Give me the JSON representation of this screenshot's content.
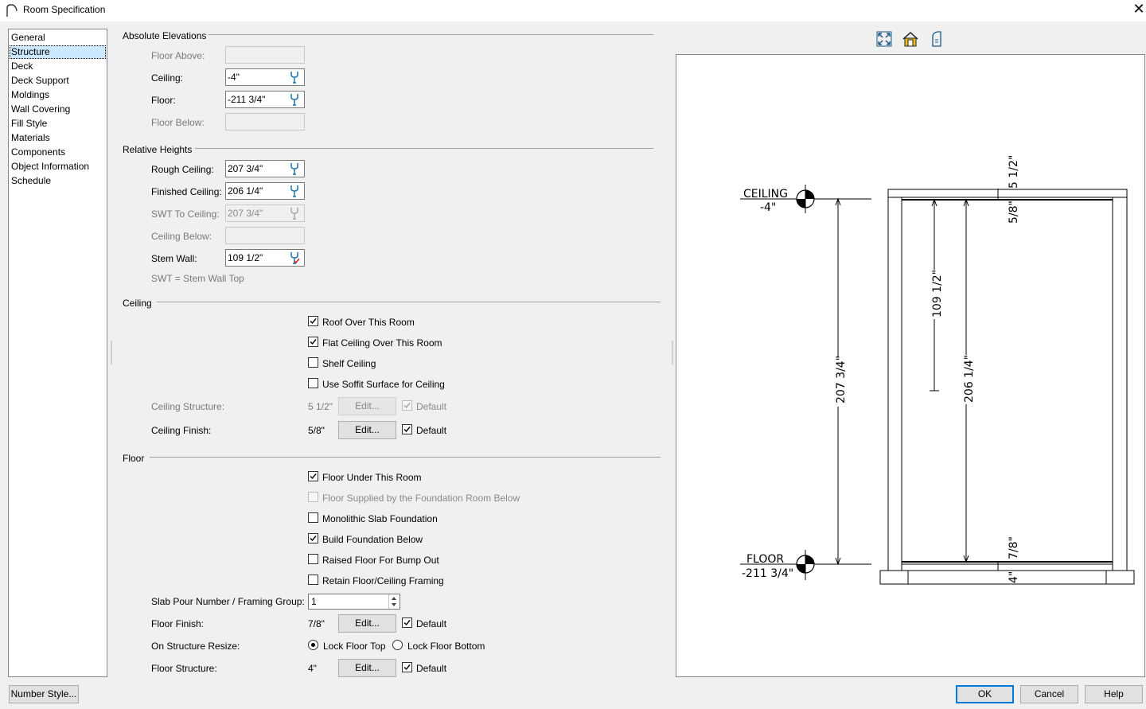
{
  "window": {
    "title": "Room Specification",
    "close_glyph": "✕"
  },
  "nav": {
    "items": [
      {
        "label": "General",
        "selected": false
      },
      {
        "label": "Structure",
        "selected": true
      },
      {
        "label": "Deck",
        "selected": false
      },
      {
        "label": "Deck Support",
        "selected": false
      },
      {
        "label": "Moldings",
        "selected": false
      },
      {
        "label": "Wall Covering",
        "selected": false
      },
      {
        "label": "Fill Style",
        "selected": false
      },
      {
        "label": "Materials",
        "selected": false
      },
      {
        "label": "Components",
        "selected": false
      },
      {
        "label": "Object Information",
        "selected": false
      },
      {
        "label": "Schedule",
        "selected": false
      }
    ]
  },
  "absolute_elevations": {
    "heading": "Absolute Elevations",
    "floor_above": {
      "label": "Floor Above:",
      "value": ""
    },
    "ceiling": {
      "label": "Ceiling:",
      "value": "-4\""
    },
    "floor": {
      "label": "Floor:",
      "value": "-211 3/4\""
    },
    "floor_below": {
      "label": "Floor Below:",
      "value": ""
    }
  },
  "relative_heights": {
    "heading": "Relative Heights",
    "rough_ceiling": {
      "label": "Rough Ceiling:",
      "value": "207 3/4\""
    },
    "finished_ceiling": {
      "label": "Finished Ceiling:",
      "value": "206 1/4\""
    },
    "swt_to_ceiling": {
      "label": "SWT To Ceiling:",
      "value": "207 3/4\""
    },
    "ceiling_below": {
      "label": "Ceiling Below:",
      "value": ""
    },
    "stem_wall": {
      "label": "Stem Wall:",
      "value": "109 1/2\""
    },
    "note": "SWT = Stem Wall Top"
  },
  "ceiling": {
    "heading": "Ceiling",
    "checkboxes": {
      "roof_over": {
        "label": "Roof Over This Room",
        "checked": true
      },
      "flat_ceiling": {
        "label": "Flat Ceiling Over This Room",
        "checked": true
      },
      "shelf_ceiling": {
        "label": "Shelf Ceiling",
        "checked": false
      },
      "soffit_surface": {
        "label": "Use Soffit Surface for Ceiling",
        "checked": false
      }
    },
    "structure": {
      "label": "Ceiling Structure:",
      "value": "5 1/2\"",
      "button": "Edit...",
      "default_label": "Default",
      "default_checked": true
    },
    "finish": {
      "label": "Ceiling Finish:",
      "value": "5/8\"",
      "button": "Edit...",
      "default_label": "Default",
      "default_checked": true
    }
  },
  "floor": {
    "heading": "Floor",
    "checkboxes": {
      "floor_under": {
        "label": "Floor Under This Room",
        "checked": true
      },
      "floor_supplied": {
        "label": "Floor Supplied by the Foundation Room Below",
        "checked": false
      },
      "monolithic": {
        "label": "Monolithic Slab Foundation",
        "checked": false
      },
      "build_foundation": {
        "label": "Build Foundation Below",
        "checked": true
      },
      "raised_floor": {
        "label": "Raised Floor For Bump Out",
        "checked": false
      },
      "retain_framing": {
        "label": "Retain Floor/Ceiling Framing",
        "checked": false
      }
    },
    "slab_pour": {
      "label": "Slab Pour Number / Framing Group:",
      "value": "1"
    },
    "finish": {
      "label": "Floor Finish:",
      "value": "7/8\"",
      "button": "Edit...",
      "default_label": "Default",
      "default_checked": true
    },
    "resize": {
      "label": "On Structure Resize:",
      "options": [
        "Lock Floor Top",
        "Lock Floor Bottom"
      ],
      "selected": "Lock Floor Top"
    },
    "structure": {
      "label": "Floor Structure:",
      "value": "4\"",
      "button": "Edit...",
      "default_label": "Default",
      "default_checked": true
    }
  },
  "preview": {
    "icons": [
      "fill-window-icon",
      "house-view-icon",
      "elevation-view-icon"
    ],
    "ceiling_label": "CEILING",
    "ceiling_value": "-4\"",
    "floor_label": "FLOOR",
    "floor_value": "-211 3/4\"",
    "dim_ceiling_structure": "5 1/2\"",
    "dim_ceiling_finish": "5/8\"",
    "dim_stem_wall": "109 1/2\"",
    "dim_finished_ceiling": "206 1/4\"",
    "dim_rough_ceiling": "207 3/4\"",
    "dim_floor_finish": "7/8\"",
    "dim_floor_structure": "4\""
  },
  "footer": {
    "number_style": "Number Style...",
    "ok": "OK",
    "cancel": "Cancel",
    "help": "Help"
  },
  "colors": {
    "accent": "#0078d7",
    "wrench": "#1a73a8",
    "selection": "#cce8ff"
  }
}
